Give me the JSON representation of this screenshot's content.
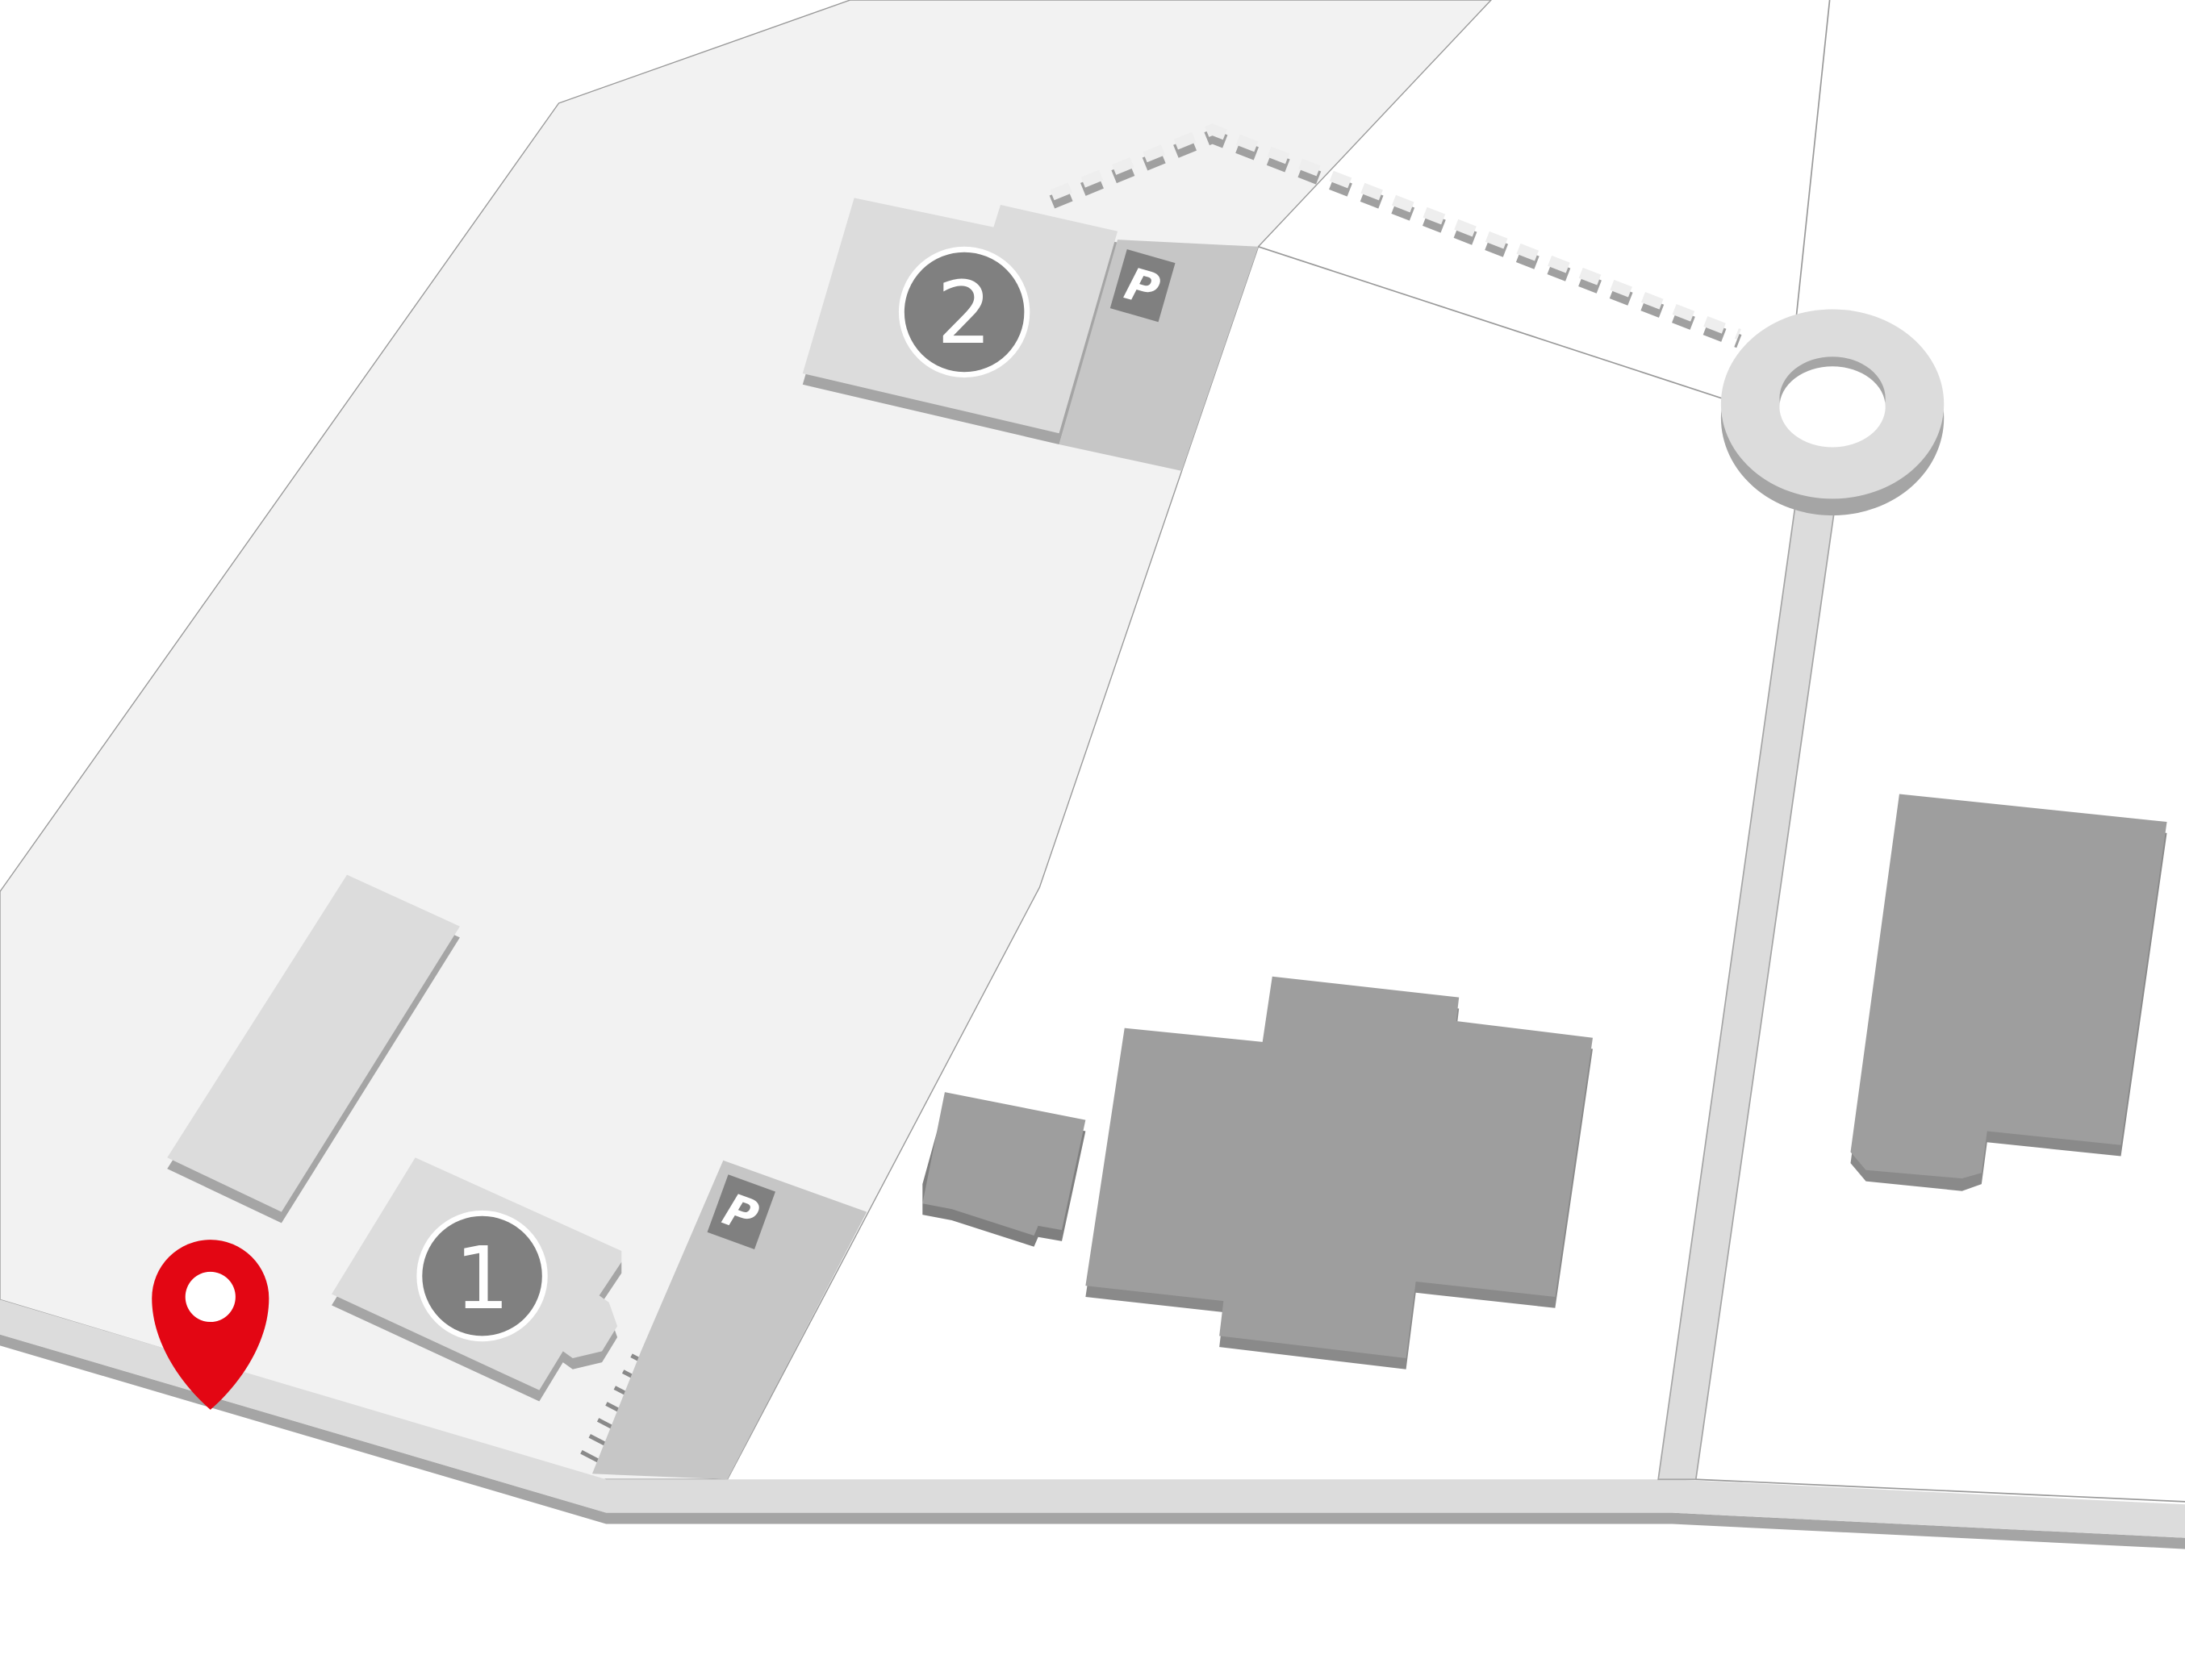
{
  "map": {
    "markers": [
      {
        "id": "building-1",
        "label": "1"
      },
      {
        "id": "building-2",
        "label": "2"
      }
    ],
    "parking": [
      {
        "label": "P"
      },
      {
        "label": "P"
      }
    ],
    "location_pin": {
      "icon": "map-pin-icon",
      "color": "#e30613"
    }
  },
  "colors": {
    "campus": "#f2f2f2",
    "road": "#dcdcdc",
    "road_shadow": "#a5a5a5",
    "building_light": "#dcdcdc",
    "building_dark": "#9e9e9e",
    "parking": "#c6c6c6",
    "marker": "#808080"
  }
}
